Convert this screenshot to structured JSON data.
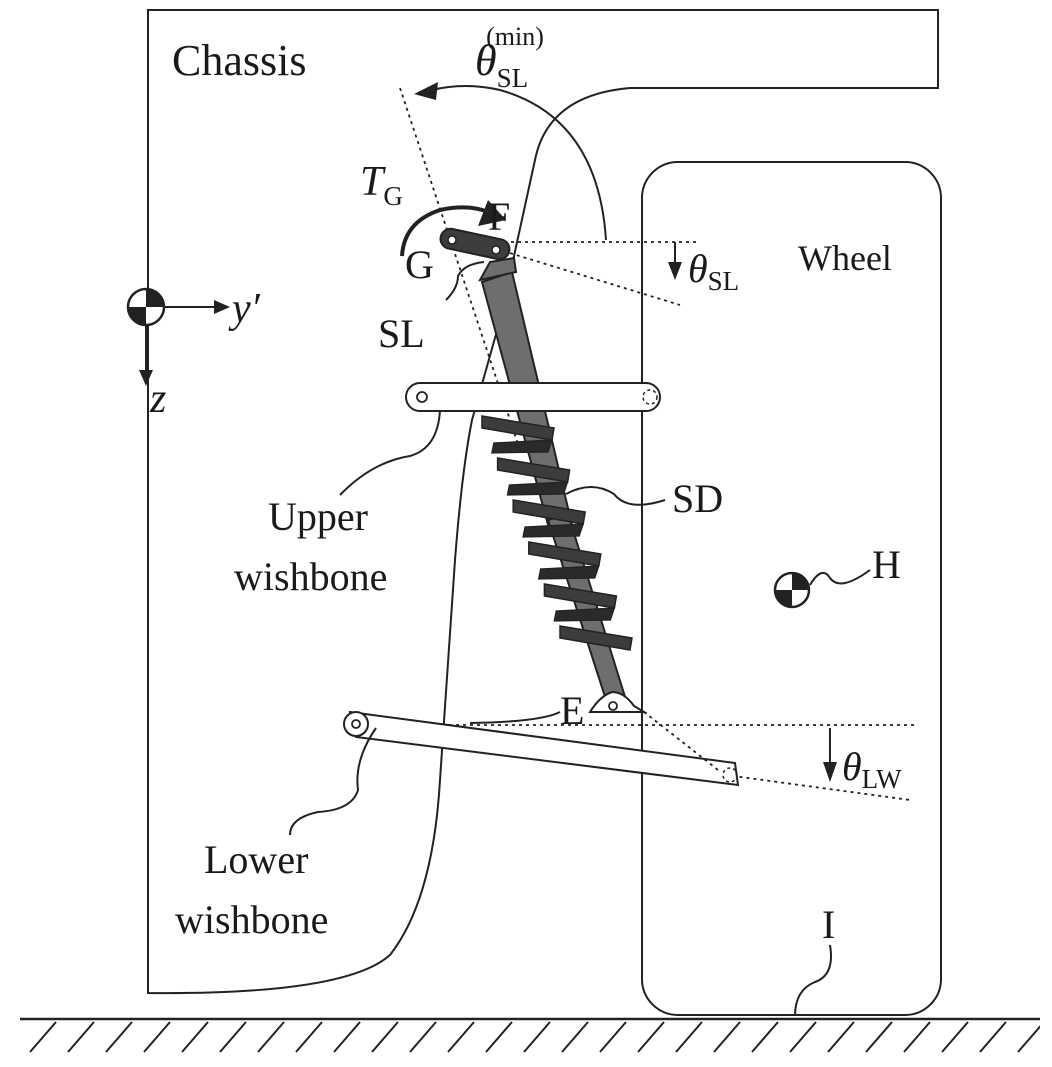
{
  "labels": {
    "chassis": "Chassis",
    "wheel": "Wheel",
    "theta_symbol": "θ",
    "sl_sub": "SL",
    "min_sup": "(min)",
    "lw_sub": "LW",
    "t_symbol": "T",
    "g_sub": "G",
    "point_f": "F",
    "point_g": "G",
    "point_e": "E",
    "point_h": "H",
    "point_i": "I",
    "sl_label": "SL",
    "sd_label": "SD",
    "axis_y": "y′",
    "axis_z": "z",
    "upper_wishbone_1": "Upper",
    "upper_wishbone_2": "wishbone",
    "lower_wishbone_1": "Lower",
    "lower_wishbone_2": "wishbone"
  },
  "colors": {
    "panel_fill": "#ebebeb",
    "damper_fill": "#6e6e6e",
    "spring_fill": "#3c3c3c",
    "link_fill": "#ffffff",
    "stroke": "#222222"
  }
}
